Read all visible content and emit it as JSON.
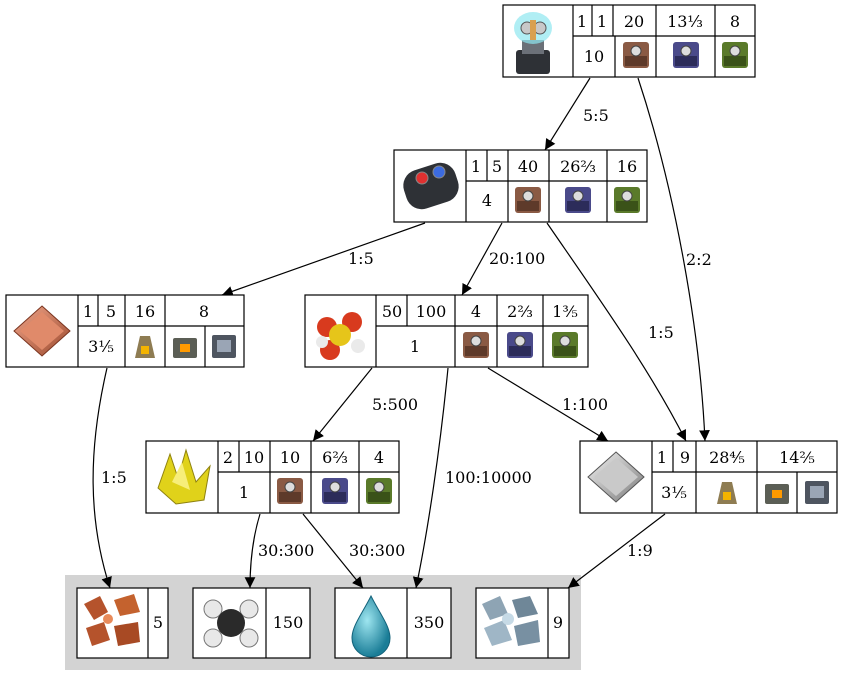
{
  "icons": {
    "red_building": "red-building-icon",
    "blue_building": "blue-building-icon",
    "green_building": "green-building-icon",
    "furnace_stone": "stone-furnace-icon",
    "furnace_steel": "steel-furnace-icon",
    "furnace_electric": "electric-furnace-icon"
  },
  "colors": {
    "raw_panel": "#d3d3d3",
    "red_building": "#8a5a44",
    "blue_building": "#4a4a8a",
    "green_building": "#5a7a2a"
  },
  "nodes": {
    "satellite": {
      "icon": "satellite-icon",
      "top": [
        "1",
        "1",
        "20",
        "13⅓",
        "8"
      ],
      "count": "10",
      "buildings": [
        "red-building-icon",
        "blue-building-icon",
        "green-building-icon"
      ]
    },
    "battery": {
      "icon": "battery-icon",
      "top": [
        "1",
        "5",
        "40",
        "26⅔",
        "16"
      ],
      "count": "4",
      "buildings": [
        "red-building-icon",
        "blue-building-icon",
        "green-building-icon"
      ]
    },
    "copper_plate": {
      "icon": "copper-plate-icon",
      "top": [
        "1",
        "5",
        "16",
        "8"
      ],
      "count": "3⅕",
      "buildings": [
        "stone-furnace-icon",
        "steel-furnace-icon",
        "electric-furnace-icon"
      ]
    },
    "sulfuric_acid": {
      "icon": "sulfuric-acid-icon",
      "top": [
        "50",
        "100",
        "4",
        "2⅔",
        "1⅗"
      ],
      "count": "1",
      "buildings": [
        "red-building-icon",
        "blue-building-icon",
        "green-building-icon"
      ]
    },
    "sulfur": {
      "icon": "sulfur-icon",
      "top": [
        "2",
        "10",
        "10",
        "6⅔",
        "4"
      ],
      "count": "1",
      "buildings": [
        "red-building-icon",
        "blue-building-icon",
        "green-building-icon"
      ]
    },
    "iron_plate": {
      "icon": "iron-plate-icon",
      "top": [
        "1",
        "9",
        "28⅘",
        "14⅖"
      ],
      "count": "3⅕",
      "buildings": [
        "stone-furnace-icon",
        "steel-furnace-icon",
        "electric-furnace-icon"
      ]
    }
  },
  "raw": [
    {
      "icon": "copper-ore-icon",
      "value": "5"
    },
    {
      "icon": "petroleum-gas-icon",
      "value": "150"
    },
    {
      "icon": "water-icon",
      "value": "350"
    },
    {
      "icon": "iron-ore-icon",
      "value": "9"
    }
  ],
  "edges": {
    "satellite_battery": "5:5",
    "satellite_iron": "2:2",
    "battery_copper": "1:5",
    "battery_acid": "20:100",
    "battery_iron": "1:5",
    "acid_sulfur": "5:500",
    "acid_iron": "1:100",
    "acid_water": "100:10000",
    "copper_ore": "1:5",
    "sulfur_gas": "30:300",
    "sulfur_water": "30:300",
    "iron_ore": "1:9"
  }
}
